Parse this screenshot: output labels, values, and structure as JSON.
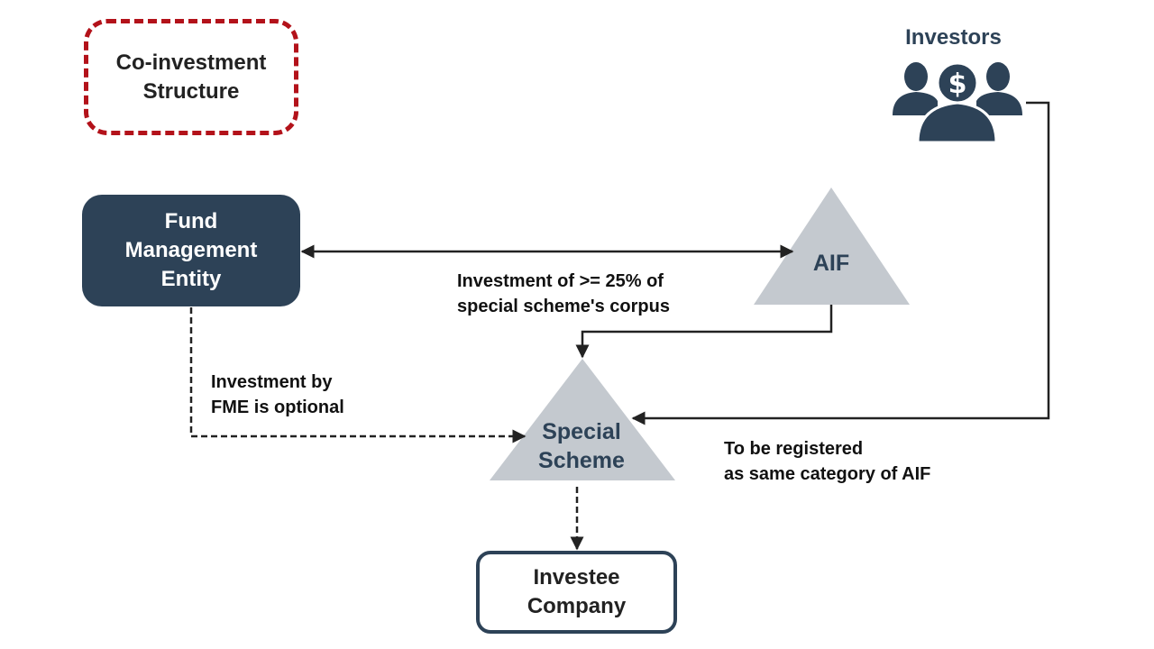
{
  "diagram": {
    "title_box": {
      "line1": "Co-investment",
      "line2": "Structure",
      "border_color": "#b3121a"
    },
    "nodes": {
      "fme": {
        "line1": "Fund",
        "line2": "Management",
        "line3": "Entity",
        "fill": "#2d4257"
      },
      "aif": {
        "label": "AIF",
        "fill": "#c4c9cf"
      },
      "special_scheme": {
        "line1": "Special",
        "line2": "Scheme",
        "fill": "#c4c9cf"
      },
      "investee": {
        "line1": "Investee",
        "line2": "Company",
        "border": "#2d4257"
      },
      "investors": {
        "label": "Investors",
        "icon": "investors-dollar-icon",
        "color": "#2d4257"
      }
    },
    "annotations": {
      "aif_investment": {
        "line1": "Investment of >= 25% of",
        "line2": "special scheme's corpus"
      },
      "fme_investment": {
        "line1": "Investment by",
        "line2": "FME is optional"
      },
      "registration": {
        "line1": "To be registered",
        "line2": "as same category of AIF"
      }
    },
    "edges": [
      {
        "from": "fme",
        "to": "aif",
        "style": "solid",
        "direction": "both"
      },
      {
        "from": "aif",
        "to": "special_scheme",
        "style": "solid",
        "direction": "forward"
      },
      {
        "from": "investors",
        "to": "special_scheme",
        "style": "solid",
        "direction": "forward"
      },
      {
        "from": "fme",
        "to": "special_scheme",
        "style": "dashed",
        "direction": "forward"
      },
      {
        "from": "special_scheme",
        "to": "investee",
        "style": "dashed",
        "direction": "forward"
      }
    ]
  }
}
